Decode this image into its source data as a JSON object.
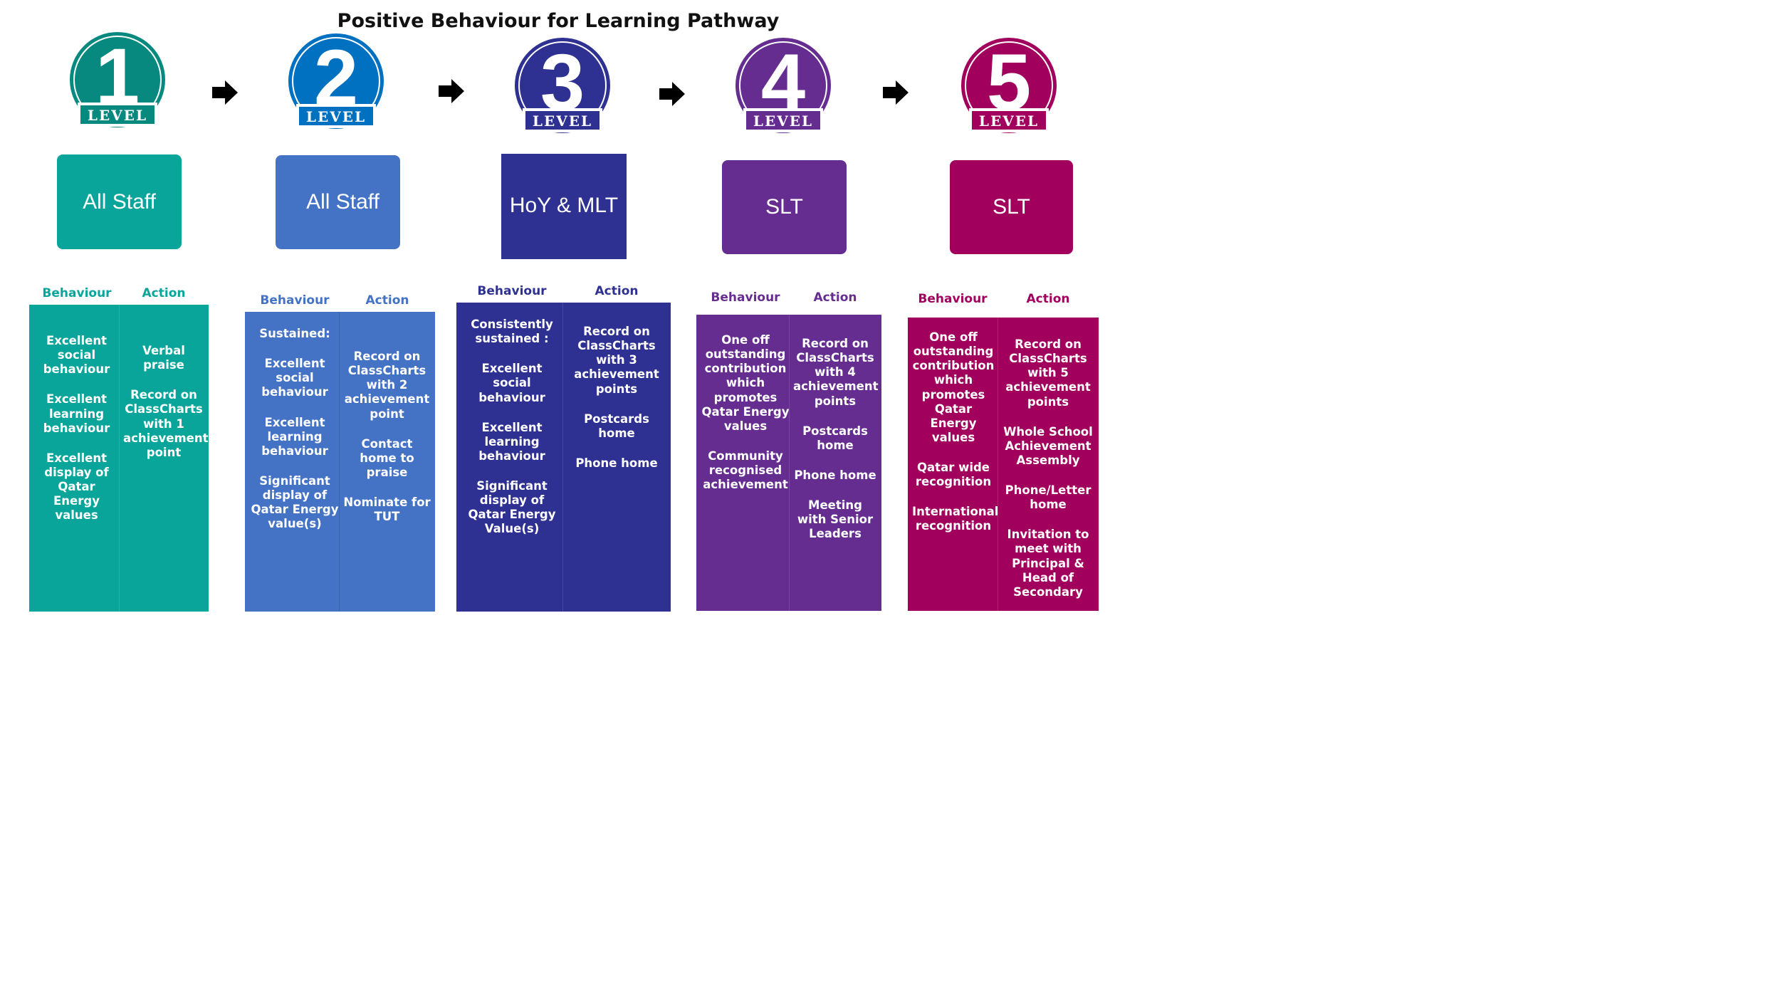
{
  "title": "Positive  Behaviour for Learning Pathway",
  "level_word": "LEVEL",
  "headings": {
    "behaviour": "Behaviour",
    "action": "Action"
  },
  "levels": [
    {
      "number": "1",
      "role": "All Staff",
      "color": "#0aa59a",
      "dark": "#08897f",
      "behaviour": [
        "Excellent social behaviour",
        "Excellent learning behaviour",
        "Excellent display of Qatar Energy values"
      ],
      "action": [
        "Verbal praise",
        "Record on ClassCharts with 1 achievement point"
      ]
    },
    {
      "number": "2",
      "role": "All Staff",
      "color": "#4472c4",
      "dark": "#0070c0",
      "behaviour": [
        "Sustained:",
        "Excellent social behaviour",
        "Excellent learning behaviour",
        "Significant display of Qatar Energy value(s)"
      ],
      "action": [
        "Record on ClassCharts with 2 achievement point",
        "Contact home to praise",
        "Nominate for TUT"
      ]
    },
    {
      "number": "3",
      "role": "HoY & MLT",
      "color": "#2e3192",
      "dark": "#2e3192",
      "behaviour": [
        "Consistently sustained :",
        "Excellent social behaviour",
        "Excellent learning behaviour",
        "Significant display of Qatar Energy Value(s)"
      ],
      "action": [
        "Record on ClassCharts with 3 achievement points",
        "Postcards home",
        "Phone home"
      ]
    },
    {
      "number": "4",
      "role": "SLT",
      "color": "#662d91",
      "dark": "#662d91",
      "behaviour": [
        "One off outstanding contribution which promotes Qatar Energy values",
        "Community recognised achievement"
      ],
      "action": [
        "Record on ClassCharts with 4 achievement points",
        "Postcards home",
        "Phone home",
        "Meeting with Senior Leaders"
      ]
    },
    {
      "number": "5",
      "role": "SLT",
      "color": "#a1005d",
      "dark": "#a1005d",
      "behaviour": [
        "One off outstanding contribution which promotes Qatar Energy values",
        "Qatar wide recognition",
        "International recognition"
      ],
      "action": [
        "Record on ClassCharts with 5 achievement points",
        "Whole School Achievement Assembly",
        "Phone/Letter home",
        "Invitation to meet with Principal & Head of Secondary"
      ]
    }
  ]
}
